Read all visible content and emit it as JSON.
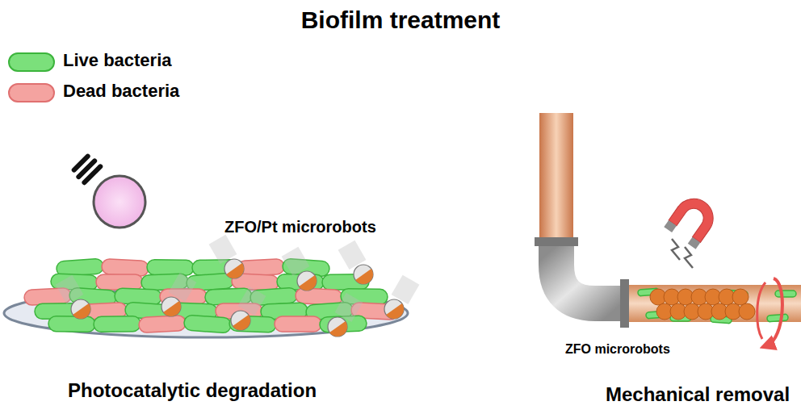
{
  "diagram": {
    "title": "Biofilm treatment",
    "labels": [
      "ZFO/Pt microrobots",
      "Photocatalytic degradation",
      "ZFO microrobots",
      "Mechanical removal"
    ],
    "legend": [
      {
        "text": "Live bacteria",
        "color": "#7be07b"
      },
      {
        "text": "Dead bacteria",
        "color": "#f4a3a0"
      }
    ]
  }
}
